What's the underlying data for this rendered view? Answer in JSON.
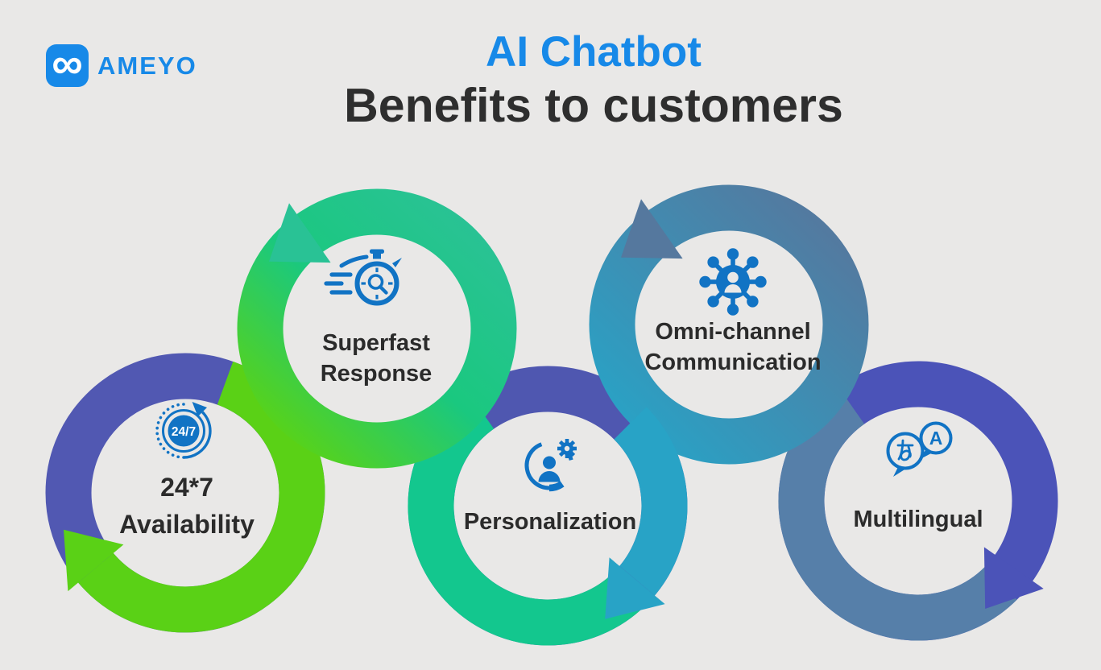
{
  "background_color": "#E9E8E7",
  "brand": {
    "name": "AMEYO",
    "symbol": "∞",
    "color": "#1789E8"
  },
  "title": {
    "line1": "AI Chatbot",
    "line2": "Benefits to customers",
    "line1_color": "#1789E8",
    "line2_color": "#2E2E2E"
  },
  "benefits": [
    {
      "line1": "24*7",
      "line2": "Availability",
      "icon": "24-7-availability-clock-icon",
      "ring_color": "#5158B2",
      "arrow_color": "#5AD116"
    },
    {
      "line1": "Superfast",
      "line2": "Response",
      "icon": "stopwatch-icon",
      "ring_color": "#2AC295",
      "arrow_color": "#29C295"
    },
    {
      "line1": "Personalization",
      "icon": "user-gear-icon",
      "ring_color": "#4F57B0",
      "arrow_color": "#28A3C6"
    },
    {
      "line1": "Omni-channel",
      "line2": "Communication",
      "icon": "network-hub-icon",
      "ring_color": "#55789E",
      "arrow_color": "#55789E"
    },
    {
      "line1": "Multilingual",
      "icon": "translation-bubbles-icon",
      "ring_color": "#4B53B8",
      "arrow_color": "#4B53B8"
    }
  ],
  "icon_text": {
    "availability_badge": "24/7",
    "multilingual_left": "あ",
    "multilingual_right": "A"
  }
}
